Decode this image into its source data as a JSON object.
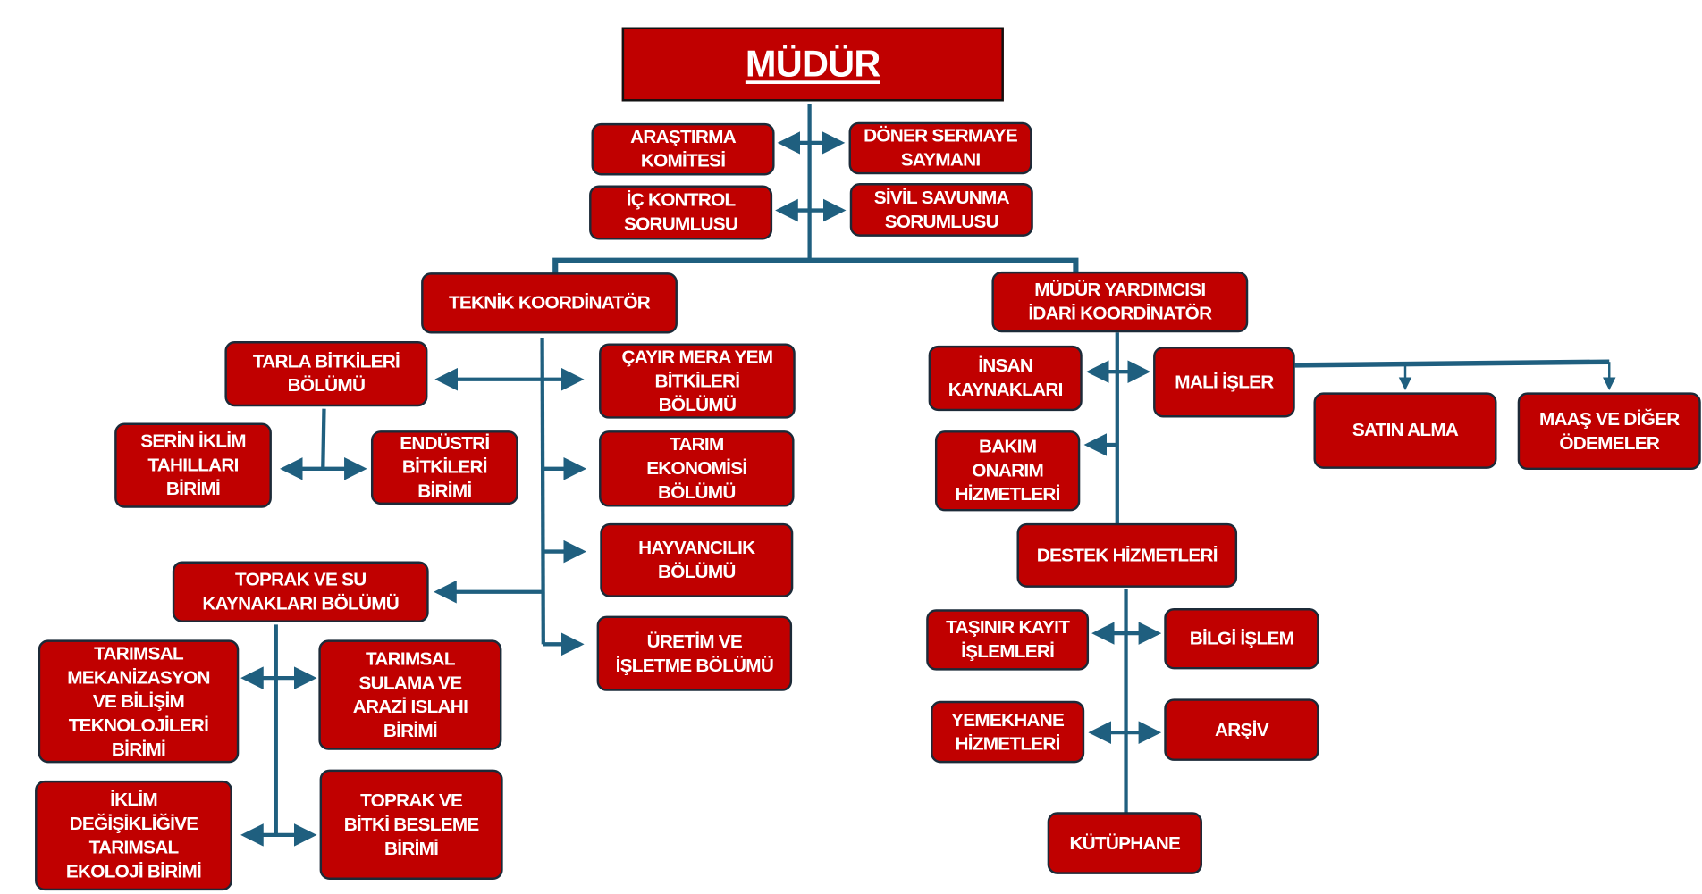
{
  "title": "MÜDÜR",
  "colors": {
    "box": "#c00000",
    "line": "#1f5f7f",
    "border": "#1c2a38"
  },
  "nodes": {
    "arastirma": "ARAŞTIRMA\nKOMİTESİ",
    "doner": "DÖNER SERMAYE\nSAYMANI",
    "ic_kontrol": "İÇ KONTROL\nSORUMLUSU",
    "sivil": "SİVİL SAVUNMA\nSORUMLUSU",
    "teknik": "TEKNİK KOORDİNATÖR",
    "mudur_yard": "MÜDÜR YARDIMCISI\nİDARİ KOORDİNATÖR",
    "tarla": "TARLA BİTKİLERİ\nBÖLÜMÜ",
    "cayir": "ÇAYIR MERA YEM\nBİTKİLERİ\nBÖLÜMÜ",
    "serin": "SERİN İKLİM\nTAHILLARI\nBİRİMİ",
    "endustri": "ENDÜSTRİ\nBİTKİLERİ\nBİRİMİ",
    "tarim_eko": "TARIM\nEKONOMİSİ\nBÖLÜMÜ",
    "hayvan": "HAYVANCILIK\nBÖLÜMÜ",
    "toprak_su": "TOPRAK VE SU\nKAYNAKLARI BÖLÜMÜ",
    "uretim": "ÜRETİM VE\nİŞLETME BÖLÜMÜ",
    "mekan": "TARIMSAL\nMEKANİZASYON\nVE BİLİŞİM\nTEKNOLOJİLERİ\nBİRİMİ",
    "sulama": "TARIMSAL\nSULAMA VE\nARAZİ ISLAHI\nBİRİMİ",
    "iklim": "İKLİM\nDEĞİŞİKLİĞİVE\nTARIMSAL\nEKOLOJİ BİRİMİ",
    "besleme": "TOPRAK VE\nBİTKİ BESLEME\nBİRİMİ",
    "insan": "İNSAN\nKAYNAKLARI",
    "mali": "MALİ İŞLER",
    "satin": "SATIN ALMA",
    "maas": "MAAŞ VE DİĞER\nÖDEMELER",
    "bakim": "BAKIM\nONARIM\nHİZMETLERİ",
    "destek": "DESTEK HİZMETLERİ",
    "tasinir": "TAŞINIR KAYIT\nİŞLEMLERİ",
    "bilgi": "BİLGİ İŞLEM",
    "yemekhane": "YEMEKHANE\nHİZMETLERİ",
    "arsiv": "ARŞİV",
    "kutuphane": "KÜTÜPHANE"
  }
}
